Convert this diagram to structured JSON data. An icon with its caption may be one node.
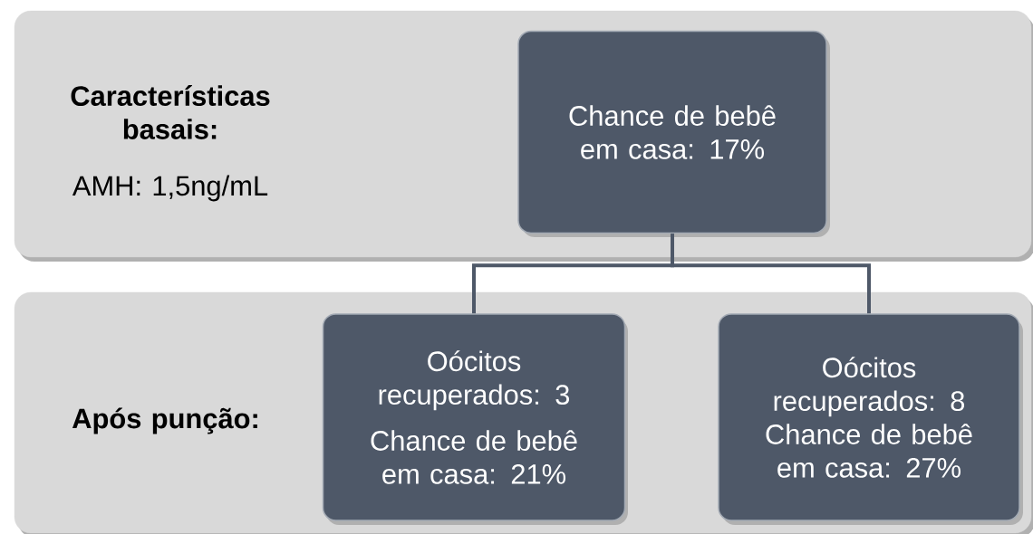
{
  "diagram": {
    "nodes": [
      {
        "text": [
          "Características basais:",
          "AMH: 1,5ng/mL"
        ]
      },
      {
        "text": [
          "Chance de bebê em casa: 17%"
        ],
        "in": 0
      },
      {
        "text": [
          "Após punção:"
        ]
      },
      {
        "text": [
          "Oócitos recuperados: 3",
          "Chance de bebê em casa: 21%"
        ],
        "in": 2
      },
      {
        "text": [
          "Oócitos recuperados: 8",
          "Chance de bebê em casa: 27%"
        ],
        "in": 2
      }
    ],
    "edges": [
      {
        "from": 1,
        "to": 3,
        "arrow": "none"
      },
      {
        "from": 1,
        "to": 4,
        "arrow": "none"
      }
    ]
  }
}
